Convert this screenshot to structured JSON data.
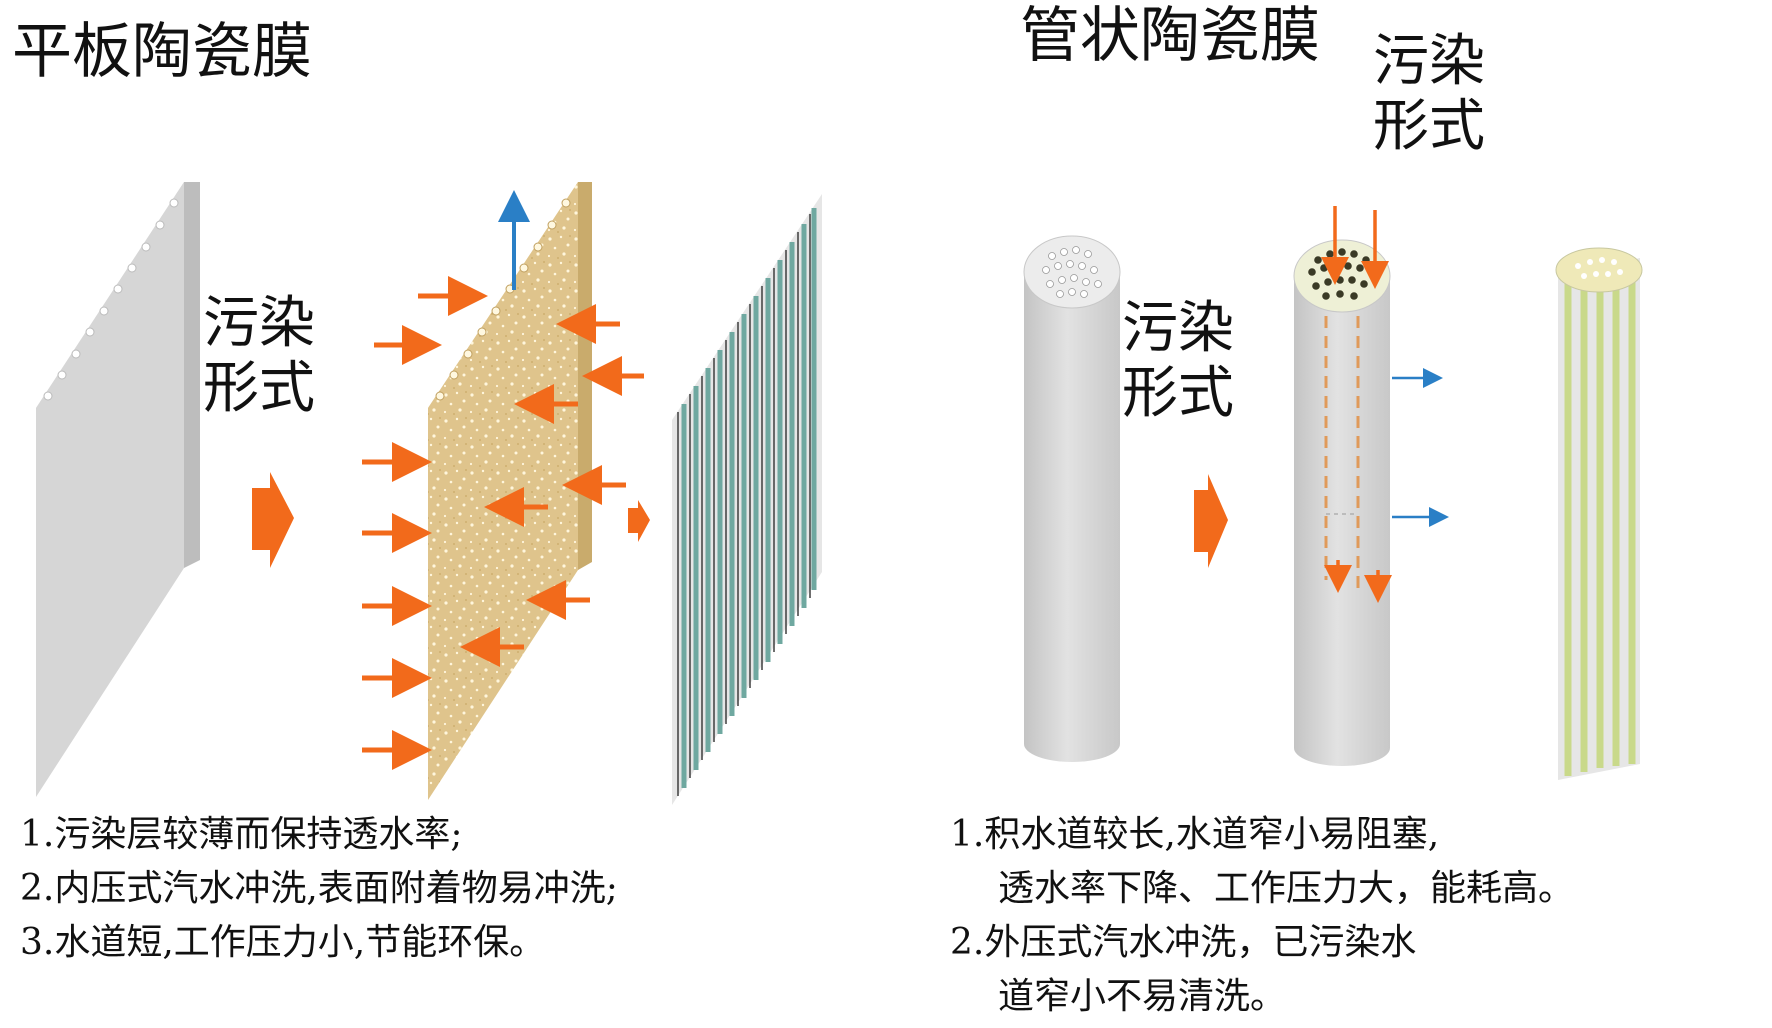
{
  "flat": {
    "title": "平板陶瓷膜",
    "pollution_label": [
      "污染",
      "形式"
    ],
    "notes": [
      "1.污染层较薄而保持透水率;",
      "2.内压式汽水冲洗,表面附着物易冲洗;",
      "3.水道短,工作压力小,节能环保。"
    ]
  },
  "tubular": {
    "title": "管状陶瓷膜",
    "pollution_label_top": [
      "污染",
      "形式"
    ],
    "pollution_label_side": [
      "污染",
      "形式"
    ],
    "notes": [
      "1.积水道较长,水道窄小易阻塞,",
      " 透水率下降、工作压力大，能耗高。",
      "2.外压式汽水冲洗，已污染水",
      " 道窄小不易清洗。"
    ]
  },
  "colors": {
    "arrow_orange": "#f26a1b",
    "arrow_blue": "#2a7fc6",
    "membrane_gray": "#d4d4d4",
    "fouled_tan": "#dfc48c",
    "channel_teal": "#6fa8a0",
    "channel_green": "#c9d98a"
  }
}
